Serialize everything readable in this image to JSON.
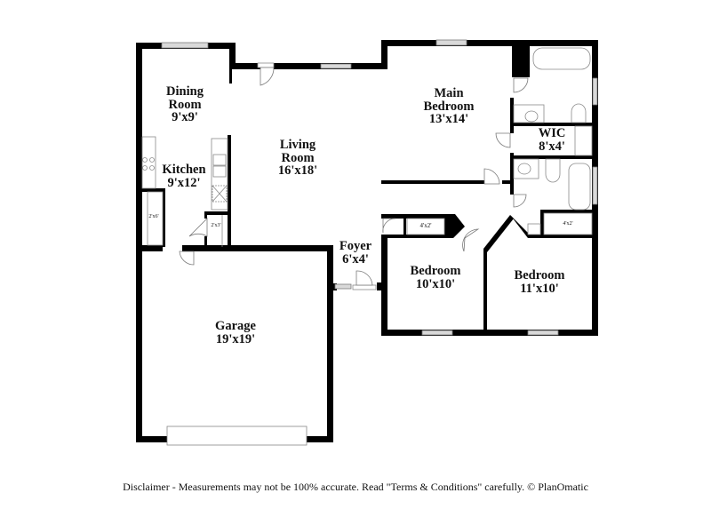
{
  "floorplan": {
    "rooms": [
      {
        "id": "dining-room",
        "name_line1": "Dining",
        "name_line2": "Room",
        "size": "9'x9'"
      },
      {
        "id": "living-room",
        "name_line1": "Living",
        "name_line2": "Room",
        "size": "16'x18'"
      },
      {
        "id": "kitchen",
        "name_line1": "Kitchen",
        "size": "9'x12'"
      },
      {
        "id": "main-bedroom",
        "name_line1": "Main",
        "name_line2": "Bedroom",
        "size": "13'x14'"
      },
      {
        "id": "wic",
        "name_line1": "WIC",
        "size": "8'x4'"
      },
      {
        "id": "foyer",
        "name_line1": "Foyer",
        "size": "6'x4'"
      },
      {
        "id": "bedroom-2",
        "name_line1": "Bedroom",
        "size": "10'x10'"
      },
      {
        "id": "bedroom-3",
        "name_line1": "Bedroom",
        "size": "11'x10'"
      },
      {
        "id": "garage",
        "name_line1": "Garage",
        "size": "19'x19'"
      }
    ],
    "closets": [
      {
        "id": "pantry-closet",
        "size": "2'x6'"
      },
      {
        "id": "utility-closet",
        "size": "2'x3'"
      },
      {
        "id": "bedroom-2-closet",
        "size": "4'x2'"
      },
      {
        "id": "bedroom-3-closet",
        "size": "4'x2'"
      }
    ]
  },
  "footer": {
    "disclaimer": "Disclaimer - Measurements may not be 100% accurate. Read \"Terms & Conditions\" carefully. © PlanOmatic"
  }
}
